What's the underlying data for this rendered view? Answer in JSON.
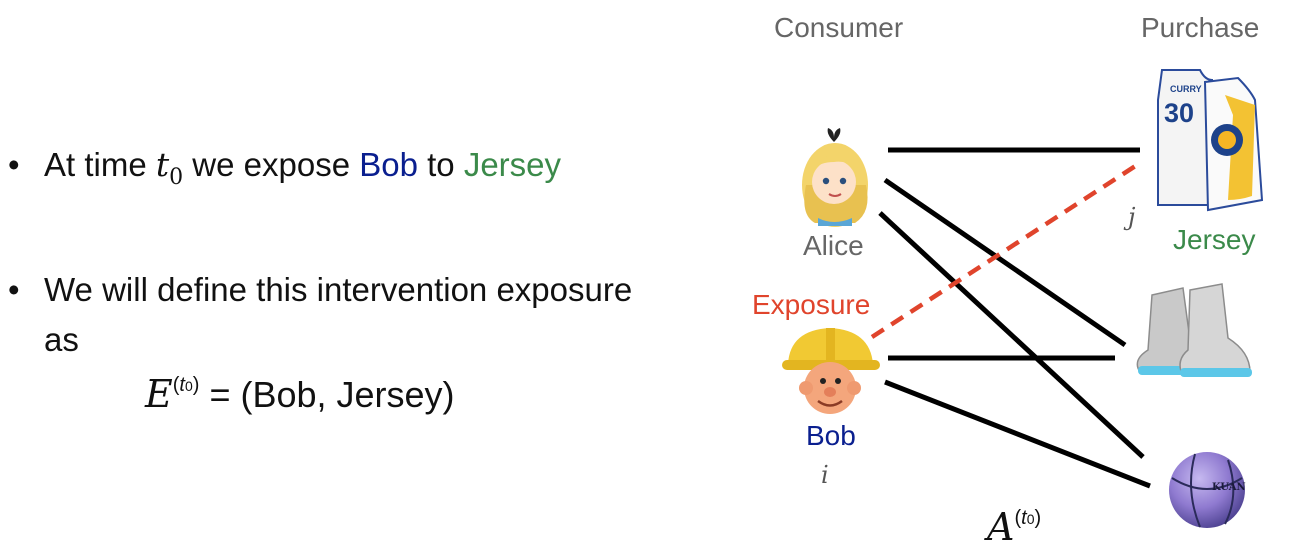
{
  "headers": {
    "consumer": "Consumer",
    "purchase": "Purchase"
  },
  "bullets": {
    "b1_pre": "At time ",
    "b1_var": "t",
    "b1_sub": "0",
    "b1_mid": " we expose ",
    "b1_user": "Bob",
    "b1_to": " to ",
    "b1_item": "Jersey",
    "b2_line1": "We will define this intervention exposure",
    "b2_line2": "as",
    "eq_lhs": "E",
    "eq_sup_var": "t",
    "eq_sup_sub": "0",
    "eq_rhs": " = (Bob, Jersey)"
  },
  "nodes": {
    "alice": "Alice",
    "bob": "Bob",
    "bob_index": "i",
    "jersey": "Jersey",
    "jersey_index": "j",
    "jersey_number": "30",
    "jersey_name": "CURRY",
    "ball_text": "KUAN"
  },
  "edge_labels": {
    "exposure": "Exposure",
    "matrix": "A",
    "matrix_sup_var": "t",
    "matrix_sup_sub": "0"
  },
  "colors": {
    "bob": "#0a1f8f",
    "jersey": "#3b8a4a",
    "exposure": "#e0442c",
    "edge": "#000000"
  }
}
